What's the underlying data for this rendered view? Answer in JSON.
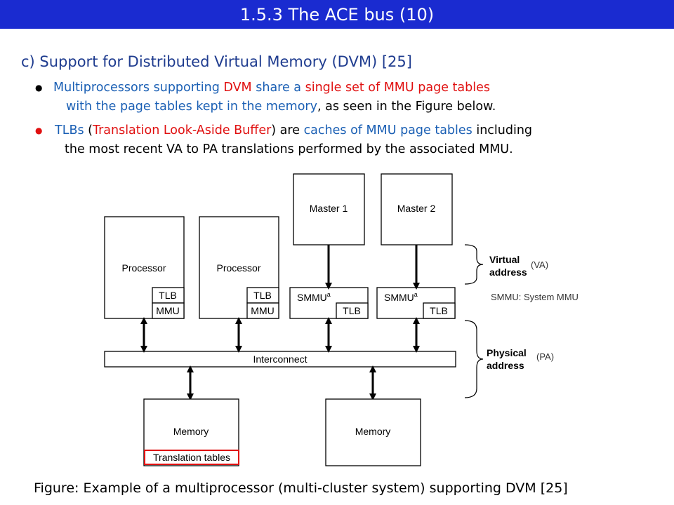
{
  "title": "1.5.3 The ACE bus (10)",
  "heading": "c) Support for Distributed Virtual Memory (DVM) [25]",
  "bullet1": {
    "line1_a": "Multiprocessors supporting ",
    "line1_b": "DVM",
    "line1_c": " share a ",
    "line1_d": "single set of MMU page tables",
    "line2_a": "with the page tables kept in the memory",
    "line2_b": ", as seen in the Figure below."
  },
  "bullet2": {
    "line1_a": "TLBs",
    "line1_b": " (",
    "line1_c": "Translation Look-Aside Buffer",
    "line1_d": ") are ",
    "line1_e": "caches of MMU page tables",
    "line1_f": " including",
    "line2": "the most recent VA to PA translations performed by the associated MMU."
  },
  "diagram": {
    "processor_label": "Processor",
    "tlb_label": "TLB",
    "mmu_label": "MMU",
    "master1_label": "Master 1",
    "master2_label": "Master 2",
    "smmu_label": "SMMU",
    "smmu_superscript": "a",
    "interconnect_label": "Interconnect",
    "memory_label": "Memory",
    "translation_tables_label": "Translation tables",
    "virtual_line1": "Virtual",
    "virtual_line2": "address",
    "va_tag": "(VA)",
    "smmu_note": "SMMU: System MMU",
    "physical_line1": "Physical",
    "physical_line2": "address",
    "pa_tag": "(PA)"
  },
  "caption": "Figure: Example of a multiprocessor (multi-cluster system) supporting DVM [25]",
  "colors": {
    "title_bar": "#1a2bd0",
    "heading": "#1f3c8f",
    "blue_text": "#1a5fb4",
    "red_text": "#e01010"
  }
}
